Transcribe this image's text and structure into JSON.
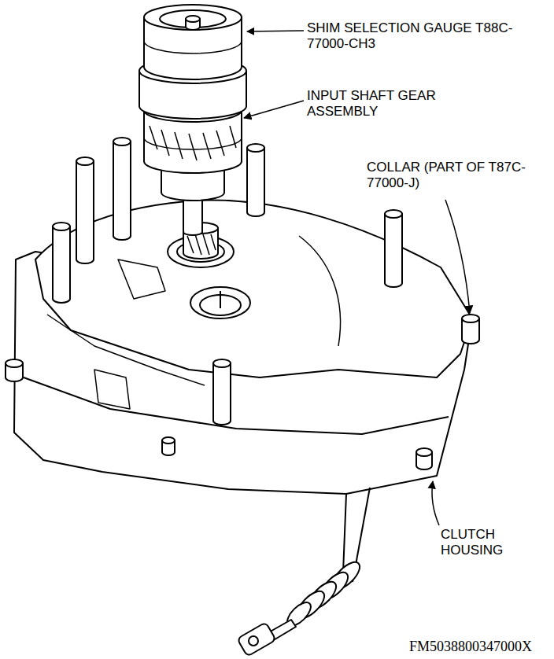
{
  "diagram": {
    "labels": [
      "SHIM SELECTION GAUGE T88C-77000-CH3",
      "INPUT SHAFT GEAR ASSEMBLY",
      "COLLAR (PART OF T87C-77000-J)",
      "CLUTCH HOUSING",
      "FM5038800347000X"
    ]
  }
}
